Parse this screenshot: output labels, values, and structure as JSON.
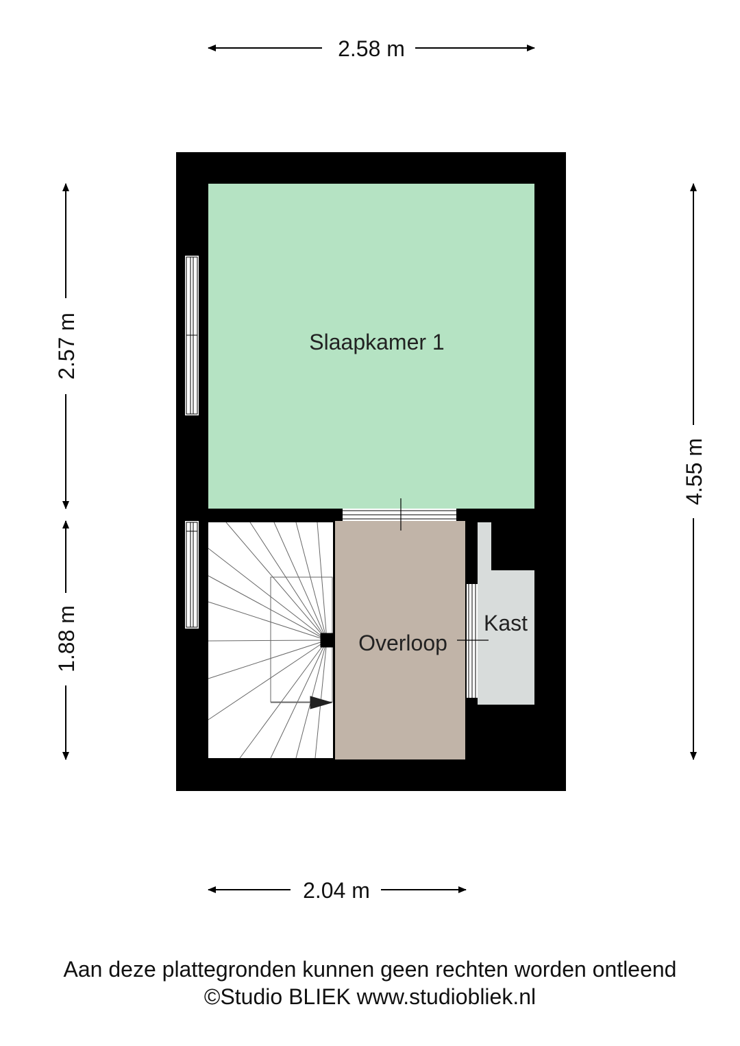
{
  "dimensions": {
    "top": "2.58 m",
    "bottom": "2.04 m",
    "left_upper": "2.57 m",
    "left_lower": "1.88 m",
    "right": "4.55 m"
  },
  "rooms": {
    "bedroom": "Slaapkamer 1",
    "landing": "Overloop",
    "closet": "Kast"
  },
  "colors": {
    "bedroom": "#b5e3c3",
    "landing": "#c1b4a8",
    "closet": "#d8dcdb",
    "wall": "#000000"
  },
  "footer": {
    "disclaimer": "Aan deze plattegronden kunnen geen rechten worden ontleend",
    "credit": "©Studio BLIEK www.studiobliek.nl"
  }
}
